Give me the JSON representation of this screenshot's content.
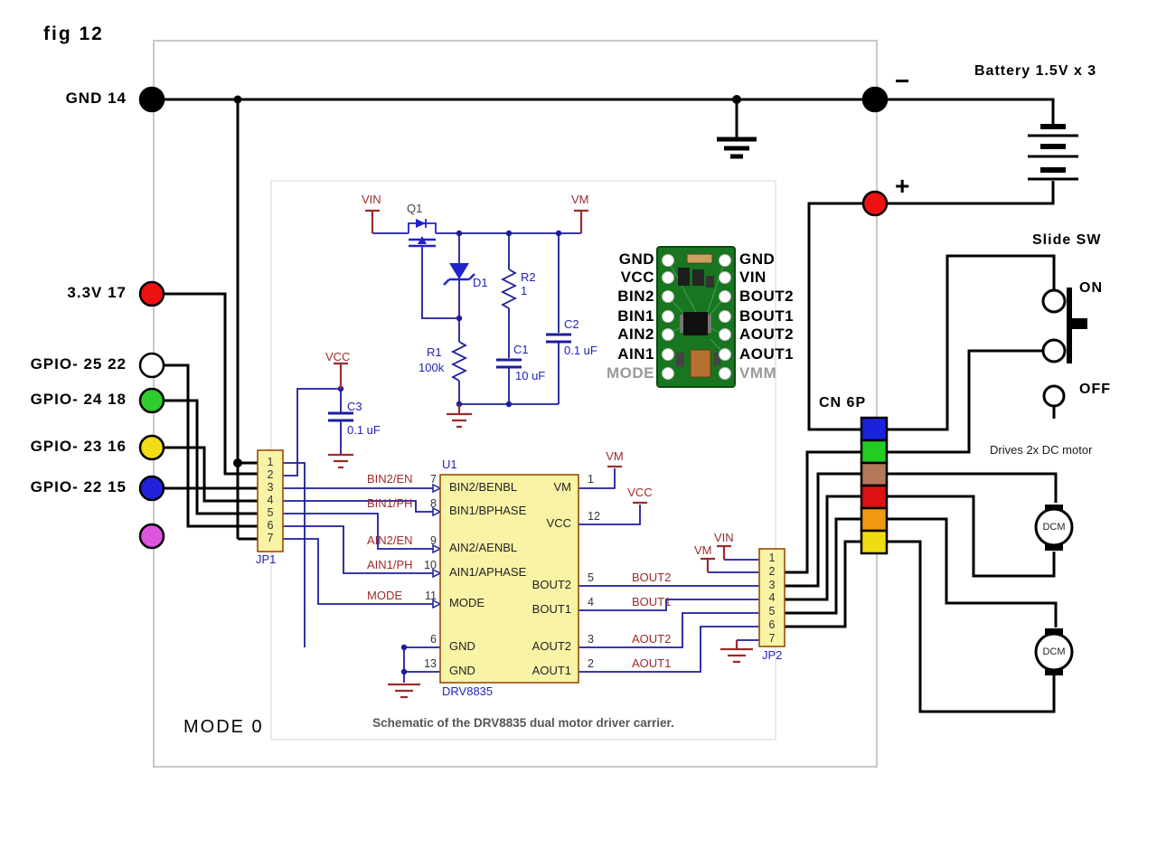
{
  "fig_label": "fig 12",
  "mode_note": "MODE 0",
  "caption": "Schematic of the DRV8835 dual motor driver carrier.",
  "colors": {
    "wire_black": "#000000",
    "wire_blue": "#1c1c9c",
    "symbol_blue": "#2222cc",
    "net_label_red": "#9c2b2b",
    "box_fill": "#f9f3a6",
    "box_stroke": "#9c4a00",
    "pcb_green": "#17761f",
    "frame_gray": "#c9c9c9"
  },
  "rpi": {
    "pins": [
      {
        "label": "GND 14",
        "color": "#000000"
      },
      {
        "label": "3.3V 17",
        "color": "#ee1111"
      },
      {
        "label": "GPIO- 25 22",
        "color": "#ffffff"
      },
      {
        "label": "GPIO- 24 18",
        "color": "#2ecc2e"
      },
      {
        "label": "GPIO- 23 16",
        "color": "#f0dd16"
      },
      {
        "label": "GPIO- 22 15",
        "color": "#2222dd"
      },
      {
        "label": "",
        "color": "#dd55dd"
      }
    ]
  },
  "battery": {
    "label": "Battery 1.5V x 3",
    "minus_sign": "−",
    "plus_sign": "+",
    "minus_color": "#000000",
    "plus_color": "#ee1111"
  },
  "slide_switch": {
    "label": "Slide SW",
    "on": "ON",
    "off": "OFF"
  },
  "motors": {
    "note": "Drives 2x DC motor",
    "m1": "DCM",
    "m2": "DCM"
  },
  "cn": {
    "label": "CN 6P",
    "pin_colors": [
      "#1822dd",
      "#22cc22",
      "#b4795a",
      "#dd1111",
      "#ee9911",
      "#eedd11"
    ]
  },
  "jp1": {
    "label": "JP1",
    "pins": [
      "1",
      "2",
      "3",
      "4",
      "5",
      "6",
      "7"
    ]
  },
  "jp2": {
    "label": "JP2",
    "pins": [
      "1",
      "2",
      "3",
      "4",
      "5",
      "6",
      "7"
    ],
    "net_vin": "VIN",
    "net_vm": "VM"
  },
  "u1": {
    "ref": "U1",
    "part": "DRV8835",
    "left_pins": [
      {
        "num": "7",
        "name": "BIN2/BENBL",
        "net": "BIN2/EN"
      },
      {
        "num": "8",
        "name": "BIN1/BPHASE",
        "net": "BIN1/PH"
      },
      {
        "num": "9",
        "name": "AIN2/AENBL",
        "net": "AIN2/EN"
      },
      {
        "num": "10",
        "name": "AIN1/APHASE",
        "net": "AIN1/PH"
      },
      {
        "num": "11",
        "name": "MODE",
        "net": "MODE"
      },
      {
        "num": "6",
        "name": "GND",
        "net": ""
      },
      {
        "num": "13",
        "name": "GND",
        "net": ""
      }
    ],
    "right_pins": [
      {
        "num": "1",
        "name": "VM",
        "net": "VM"
      },
      {
        "num": "12",
        "name": "VCC",
        "net": "VCC"
      },
      {
        "num": "5",
        "name": "BOUT2",
        "net": "BOUT2"
      },
      {
        "num": "4",
        "name": "BOUT1",
        "net": "BOUT1"
      },
      {
        "num": "3",
        "name": "AOUT2",
        "net": "AOUT2"
      },
      {
        "num": "2",
        "name": "AOUT1",
        "net": "AOUT1"
      }
    ]
  },
  "power_flags": {
    "vin_top": "VIN",
    "vm_top": "VM",
    "vcc_c3": "VCC"
  },
  "components": {
    "q1": "Q1",
    "d1": "D1",
    "r1": "R1",
    "r1_value": "100k",
    "r2": "R2",
    "r2_value": "1",
    "c1": "C1",
    "c1_value": "10 uF",
    "c2": "C2",
    "c2_value": "0.1 uF",
    "c3": "C3",
    "c3_value": "0.1 uF"
  },
  "module": {
    "left_labels": [
      "GND",
      "VCC",
      "BIN2",
      "BIN1",
      "AIN2",
      "AIN1",
      "MODE"
    ],
    "right_labels": [
      "GND",
      "VIN",
      "BOUT2",
      "BOUT1",
      "AOUT2",
      "AOUT1",
      "VMM"
    ]
  }
}
